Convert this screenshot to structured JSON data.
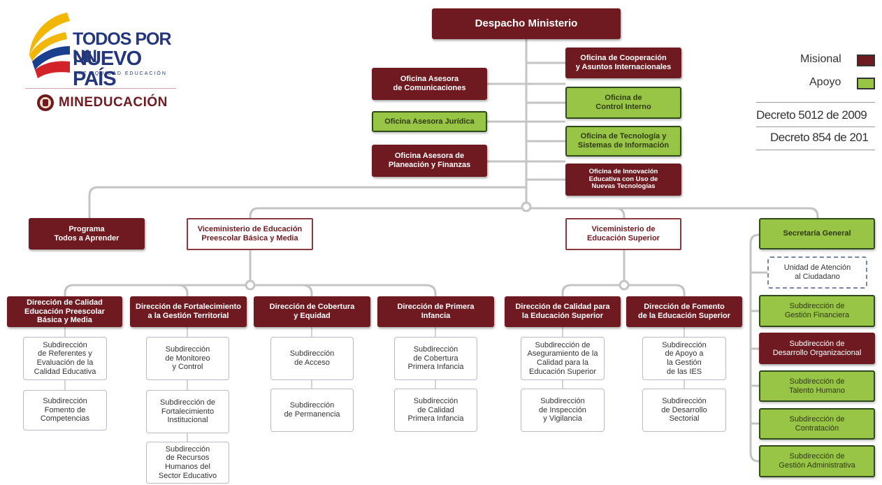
{
  "logo": {
    "line1": "TODOS POR UN",
    "line2": "NUEVO PAÍS",
    "tagline": "PAZ  EQUIDAD  EDUCACIÓN",
    "ministry": "MINEDUCACIÓN"
  },
  "legend": {
    "misional": "Misional",
    "apoyo": "Apoyo",
    "misional_color": "#6f1a20",
    "apoyo_color": "#99c547"
  },
  "decrees": [
    "Decreto 5012 de 2009",
    "Decreto 854 de 201"
  ],
  "top": "Despacho Ministerio",
  "left_offices": [
    {
      "l1": "Oficina Asesora",
      "l2": "de Comunicaciones"
    },
    {
      "l1": "Oficina Asesora Jurídica",
      "l2": ""
    },
    {
      "l1": "Oficina Asesora de",
      "l2": "Planeación y Finanzas"
    }
  ],
  "right_offices": [
    {
      "l1": "Oficina de Cooperación",
      "l2": "y Asuntos Internacionales",
      "l3": ""
    },
    {
      "l1": "Oficina de",
      "l2": "Control Interno",
      "l3": ""
    },
    {
      "l1": "Oficina de Tecnología y",
      "l2": "Sistemas de Información",
      "l3": ""
    },
    {
      "l1": "Oficina de Innovación",
      "l2": "Educativa con Uso de",
      "l3": "Nuevas Tecnologías"
    }
  ],
  "programa": {
    "l1": "Programa",
    "l2": "Todos a Aprender"
  },
  "vice_basica": {
    "l1": "Viceministerio de Educación",
    "l2": "Preescolar Básica y Media"
  },
  "vice_superior": {
    "l1": "Viceministerio de",
    "l2": "Educación Superior"
  },
  "directions": [
    {
      "l1": "Dirección de Calidad",
      "l2": "Educación Preescolar",
      "l3": "Básica y Media"
    },
    {
      "l1": "Dirección de Fortalecimiento",
      "l2": "a la Gestión Territorial",
      "l3": ""
    },
    {
      "l1": "Dirección de Cobertura",
      "l2": "y Equidad",
      "l3": ""
    },
    {
      "l1": "Dirección de Primera",
      "l2": "Infancia",
      "l3": ""
    },
    {
      "l1": "Dirección de Calidad para",
      "l2": "la Educación Superior",
      "l3": ""
    },
    {
      "l1": "Dirección de Fomento",
      "l2": "de la Educación Superior",
      "l3": ""
    }
  ],
  "subdirections": [
    [
      [
        "Subdirección",
        "de Referentes y",
        "Evaluación de la",
        "Calidad Educativa"
      ],
      [
        "Subdirección",
        "Fomento de",
        "Competencias"
      ]
    ],
    [
      [
        "Subdirección",
        "de Monitoreo",
        "y Control"
      ],
      [
        "Subdirección de",
        "Fortalecimiento",
        "Institucional"
      ],
      [
        "Subdirección",
        "de Recursos",
        "Humanos del",
        "Sector Educativo"
      ]
    ],
    [
      [
        "Subdirección",
        "de Acceso"
      ],
      [
        "Subdirección",
        "de Permanencia"
      ]
    ],
    [
      [
        "Subdirección",
        "de Cobertura",
        "Primera Infancia"
      ],
      [
        "Subdirección",
        "de Calidad",
        "Primera Infancia"
      ]
    ],
    [
      [
        "Subdirección de",
        "Aseguramiento de la",
        "Calidad para la",
        "Educación Superior"
      ],
      [
        "Subdirección",
        "de Inspección",
        "y Vigilancia"
      ]
    ],
    [
      [
        "Subdirección",
        "de Apoyo a",
        "la Gestión",
        "de las IES"
      ],
      [
        "Subdirección",
        "de Desarrollo",
        "Sectorial"
      ]
    ]
  ],
  "secretaria": {
    "title": "Secretaría General",
    "unidad": {
      "l1": "Unidad de Atención",
      "l2": "al Ciudadano"
    },
    "subs": [
      {
        "l1": "Subdirección de",
        "l2": "Gestión Financiera"
      },
      {
        "l1": "Subdirección de",
        "l2": "Desarrollo Organizacional"
      },
      {
        "l1": "Subdirección de",
        "l2": "Talento Humano"
      },
      {
        "l1": "Subdirección de",
        "l2": "Contratación"
      },
      {
        "l1": "Subdirección de",
        "l2": "Gestión Administrativa"
      }
    ]
  }
}
